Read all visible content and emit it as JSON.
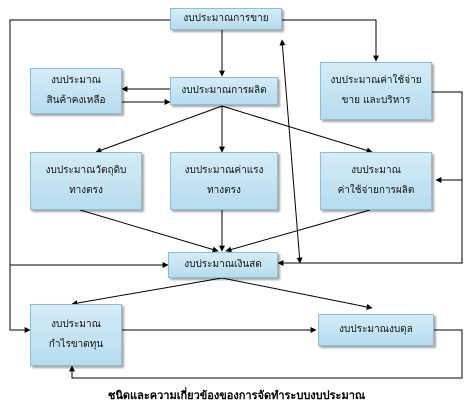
{
  "nodes": {
    "sales": {
      "lines": [
        "งบประมาณการขาย"
      ]
    },
    "inventory": {
      "lines": [
        "งบประมาณ",
        "สินค้าคงเหลือ"
      ]
    },
    "production": {
      "lines": [
        "งบประมาณการผลิต"
      ]
    },
    "selling_admin": {
      "lines": [
        "งบประมาณค่าใช้จ่าย",
        "ขาย และบริหาร"
      ]
    },
    "direct_material": {
      "lines": [
        "งบประมาณวัตถุดิบ",
        "ทางตรง"
      ]
    },
    "direct_labor": {
      "lines": [
        "งบประมาณค่าแรง",
        "ทางตรง"
      ]
    },
    "overhead": {
      "lines": [
        "งบประมาณ",
        "ค่าใช้จ่ายการผลิต"
      ]
    },
    "cash": {
      "lines": [
        "งบประมาณเงินสด"
      ]
    },
    "profit_loss": {
      "lines": [
        "งบประมาณ",
        "กำไรขาดทุน"
      ]
    },
    "balance_sheet": {
      "lines": [
        "งบประมาณงบดุล"
      ]
    }
  },
  "caption": "ชนิดและความเกี่ยวข้องของการจัดทำระบบงบประมาณ"
}
